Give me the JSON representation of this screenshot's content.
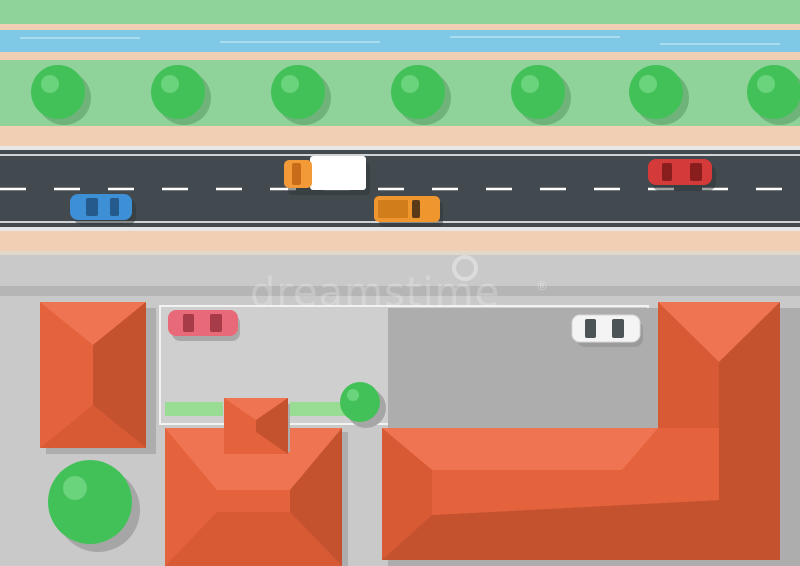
{
  "scene": {
    "kind": "top-down city street illustration",
    "colors": {
      "grass": "#8fd39a",
      "water": "#7fc8e6",
      "sidewalk": "#f1cfb4",
      "asphalt": "#424a4f",
      "lot": "#c9c9c9",
      "roof": "#e4633d",
      "roof_dark": "#c4522f",
      "tree": "#43c159",
      "median_grass": "#98dd93"
    }
  },
  "watermark": {
    "text": "dreamstime",
    "trademark": "®"
  },
  "vehicles": [
    {
      "name": "white-delivery-truck",
      "color": "#ffffff",
      "cab_color": "#f39a38"
    },
    {
      "name": "blue-car",
      "color": "#3d8fd6"
    },
    {
      "name": "orange-pickup-truck",
      "color": "#f0962e"
    },
    {
      "name": "red-car-road",
      "color": "#d43a3a"
    },
    {
      "name": "pink-car-parked",
      "color": "#e86a78"
    },
    {
      "name": "white-car-parked",
      "color": "#f4f4f4"
    }
  ],
  "buildings": [
    {
      "name": "left-building-roof"
    },
    {
      "name": "middle-building-roof"
    },
    {
      "name": "right-building-roof"
    }
  ]
}
